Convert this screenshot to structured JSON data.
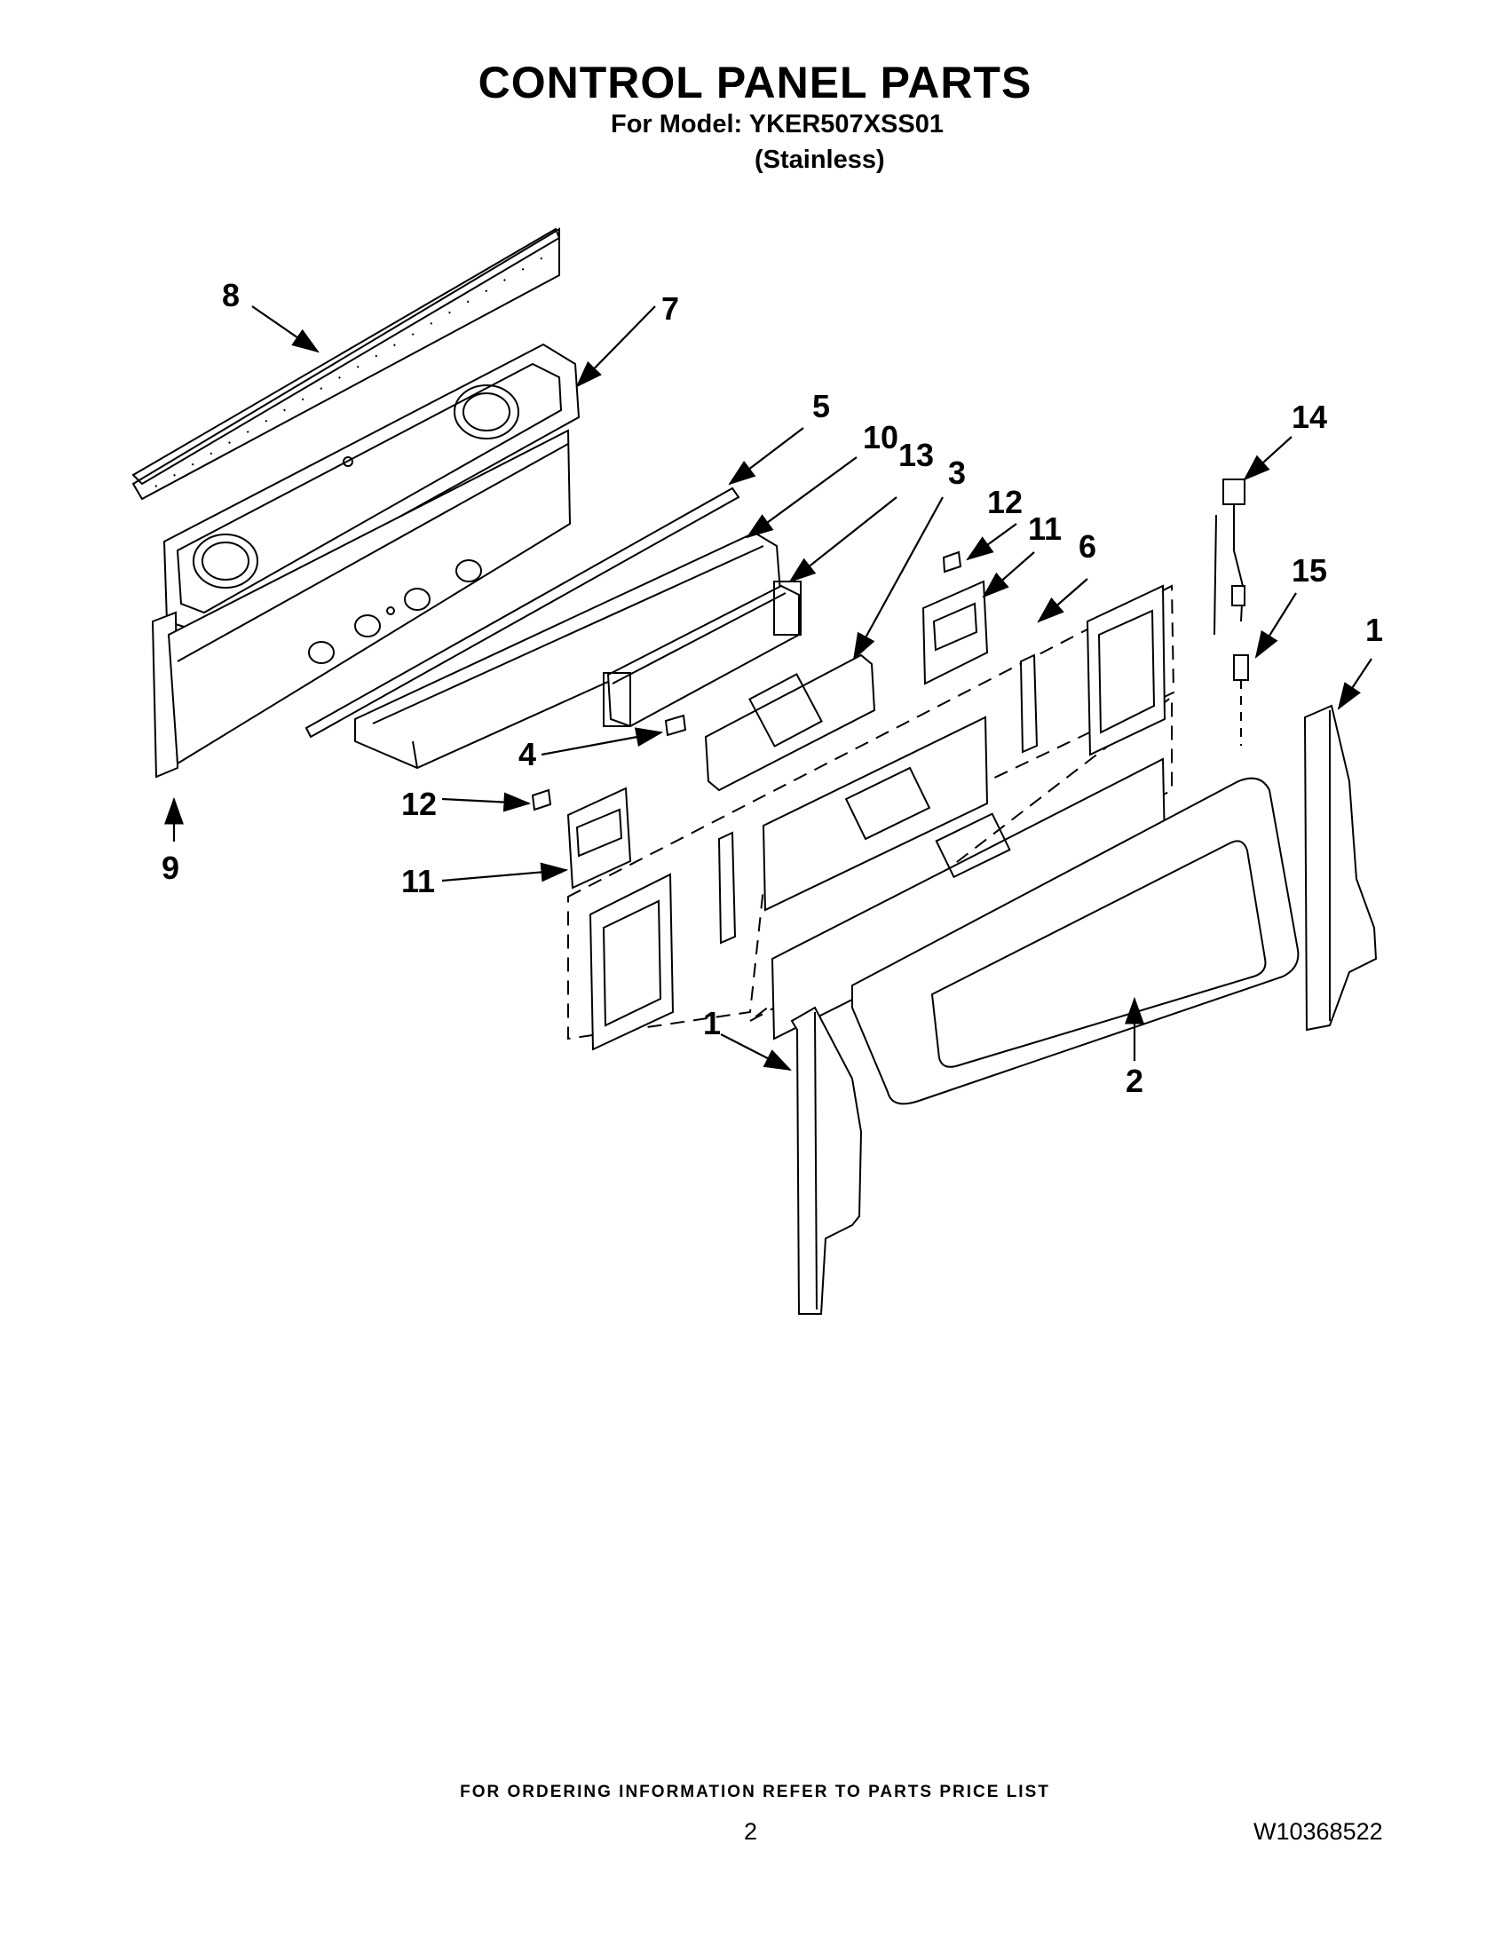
{
  "document": {
    "title": "CONTROL PANEL PARTS",
    "model_line": "For Model: YKER507XSS01",
    "finish": "(Stainless)",
    "footer_note": "FOR ORDERING INFORMATION REFER TO PARTS PRICE LIST",
    "page_number": "2",
    "doc_number": "W10368522"
  },
  "callouts": [
    "1",
    "1",
    "2",
    "3",
    "4",
    "5",
    "6",
    "7",
    "8",
    "9",
    "10",
    "11",
    "11",
    "12",
    "12",
    "13",
    "14",
    "15"
  ]
}
